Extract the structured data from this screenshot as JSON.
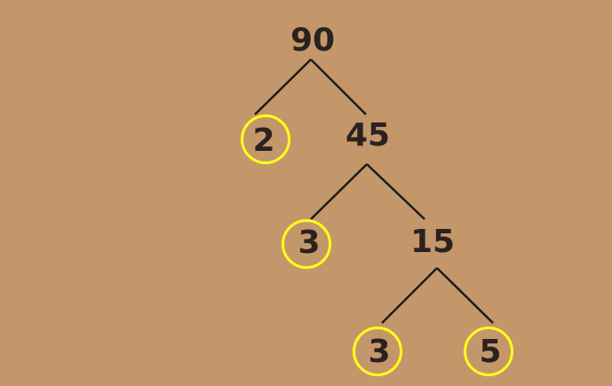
{
  "tree": {
    "root": "90",
    "level1_left": "2",
    "level1_right": "45",
    "level2_left": "3",
    "level2_right": "15",
    "level3_left": "3",
    "level3_right": "5"
  },
  "colors": {
    "background": "#c4976a",
    "text": "#2b2220",
    "line": "#1a1a1a",
    "highlight": "#ffff1a"
  }
}
